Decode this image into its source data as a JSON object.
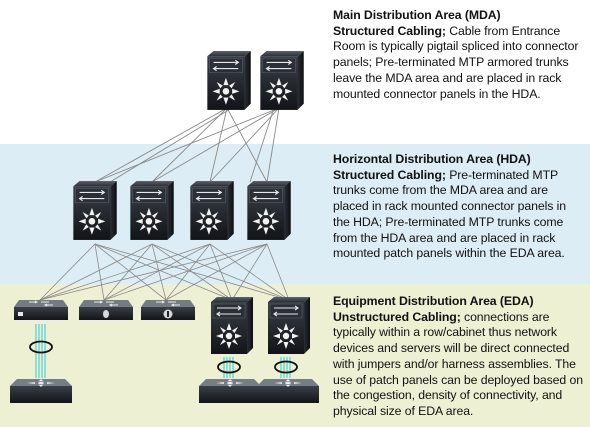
{
  "sections": {
    "mda": {
      "title": "Main Distribution Area (MDA)",
      "lead": "Structured Cabling;",
      "body": " Cable from Entrance Room is typically pigtail spliced into connector panels; Pre-terminated MTP armored trunks leave the MDA area and are placed in rack mounted connector panels in the HDA."
    },
    "hda": {
      "title": "Horizontal Distribution Area (HDA)",
      "lead": "Structured Cabling;",
      "body": " Pre-terminated MTP trunks come from the MDA area and are placed in rack mounted connector panels in the HDA; Pre-terminated MTP trunks come from the HDA area and are placed in rack mounted patch panels within the EDA area."
    },
    "eda": {
      "title": "Equipment Distribution Area (EDA)",
      "lead": "Unstructured Cabling;",
      "body": " connections are typically within a row/cabinet thus network devices and servers will be direct connected with jumpers and/or harness assemblies. The use of patch panels can be deployed based on the congestion, density of connectivity, and physical size of EDA area."
    }
  },
  "colors": {
    "mda_band": "#ffffff",
    "hda_band": "#dcedf5",
    "eda_band": "#eef0d4",
    "device_body": "#20242b",
    "link_line": "#8a8a8a",
    "fiber_cyan": "#3fd0d8"
  },
  "icons": {
    "mda_devices": "chassis-switch-icon",
    "hda_devices": "chassis-switch-icon",
    "eda_small_devices": "access-switch-icon",
    "server_devices": "server-icon",
    "bundle": "cable-bundle-ring-icon"
  }
}
